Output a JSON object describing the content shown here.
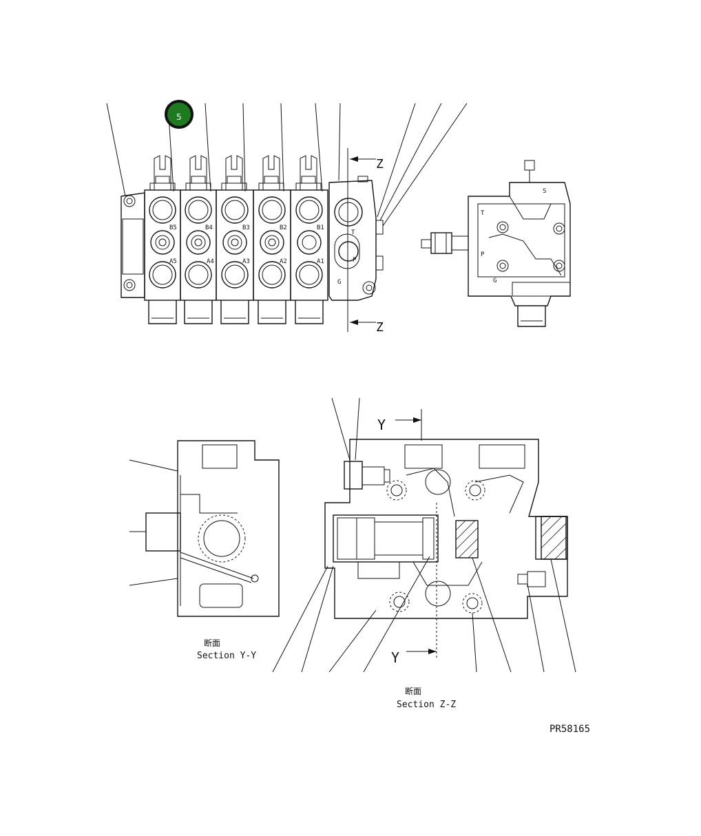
{
  "callout": {
    "label": "5",
    "color": "#1f7a1f"
  },
  "section_z_markers": {
    "top": "Z",
    "bottom": "Z"
  },
  "section_y_markers": {
    "top": "Y",
    "bottom": "Y"
  },
  "port_labels": {
    "b": [
      "B5",
      "B4",
      "B3",
      "B2",
      "B1"
    ],
    "a": [
      "A5",
      "A4",
      "A3",
      "A2",
      "A1"
    ],
    "end_top": "T",
    "end_mid": "P",
    "end_bottom": "G"
  },
  "side_view_labels": {
    "s": "S",
    "t": "T",
    "p": "P",
    "g": "G"
  },
  "section_yy": {
    "jp": "断面",
    "en": "Section Y-Y"
  },
  "section_zz": {
    "jp": "断面",
    "en": "Section Z-Z"
  },
  "drawing_number": "PR58165",
  "colors": {
    "ink": "#111111",
    "callout_fill": "#1f7a1f",
    "paper": "#ffffff"
  }
}
